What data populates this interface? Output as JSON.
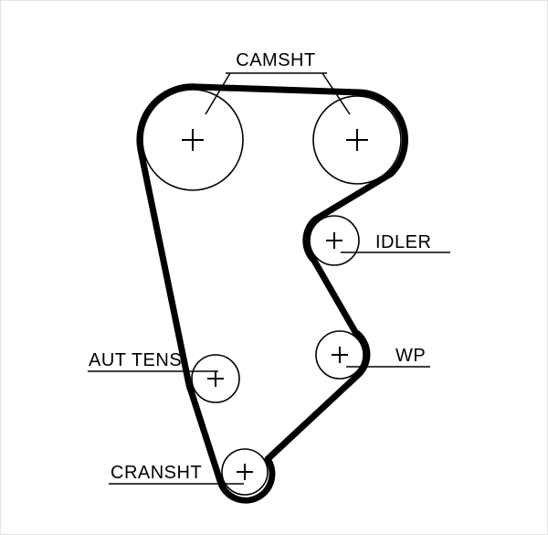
{
  "diagram": {
    "type": "timing-belt-routing-diagram",
    "background": "#ffffff",
    "line_color": "#000000",
    "labels": {
      "camshaft": "CAMSHT",
      "idler": "IDLER",
      "water_pump": "WP",
      "aut_tensioner": "AUT TENS",
      "crankshaft": "CRANSHT"
    },
    "pulleys": [
      {
        "name": "camshaft-left",
        "label": "CAMSHT"
      },
      {
        "name": "camshaft-right",
        "label": "CAMSHT"
      },
      {
        "name": "idler",
        "label": "IDLER"
      },
      {
        "name": "water-pump",
        "label": "WP"
      },
      {
        "name": "automatic-tensioner",
        "label": "AUT TENS"
      },
      {
        "name": "crankshaft",
        "label": "CRANSHT"
      }
    ]
  }
}
